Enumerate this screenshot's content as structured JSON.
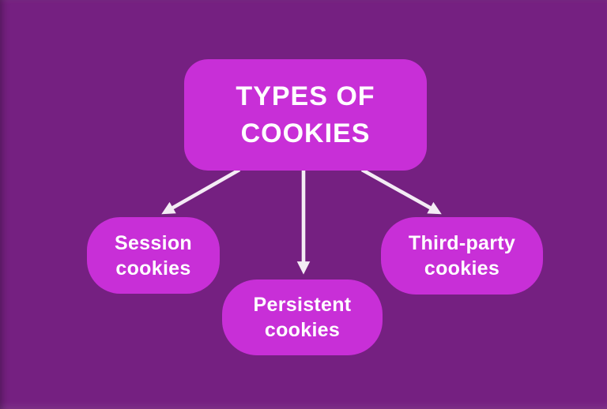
{
  "diagram": {
    "type": "mind-map",
    "colors": {
      "canvas_bg": "#752081",
      "node_fill": "#c82fd7",
      "node_text": "#ffffff",
      "arrow": "#f4ecf5"
    },
    "root_node": {
      "label": "TYPES OF COOKIES",
      "line1": "TYPES OF",
      "line2": "COOKIES"
    },
    "child_nodes": [
      {
        "label": "Session cookies",
        "line1": "Session",
        "line2": "cookies"
      },
      {
        "label": "Persistent cookies",
        "line1": "Persistent",
        "line2": "cookies"
      },
      {
        "label": "Third-party cookies",
        "line1": "Third-party",
        "line2": "cookies"
      }
    ],
    "connectors": [
      {
        "from": "TYPES OF COOKIES",
        "to": "Session cookies"
      },
      {
        "from": "TYPES OF COOKIES",
        "to": "Persistent cookies"
      },
      {
        "from": "TYPES OF COOKIES",
        "to": "Third-party cookies"
      }
    ]
  }
}
